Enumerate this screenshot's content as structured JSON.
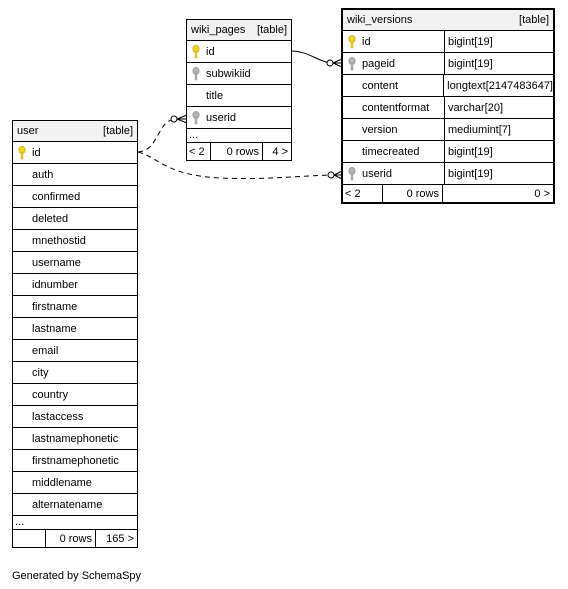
{
  "footer": "Generated by SchemaSpy",
  "colors": {
    "primary_key": "#f2d61a",
    "foreign_key": "#b3b3b3"
  },
  "tables": {
    "user": {
      "name": "user",
      "tag": "[table]",
      "columns": [
        "id",
        "auth",
        "confirmed",
        "deleted",
        "mnethostid",
        "username",
        "idnumber",
        "firstname",
        "lastname",
        "email",
        "city",
        "country",
        "lastaccess",
        "lastnamephonetic",
        "firstnamephonetic",
        "middlename",
        "alternatename"
      ],
      "more": "...",
      "footer": {
        "left": "",
        "rows": "0 rows",
        "right": "165 >"
      }
    },
    "wiki_pages": {
      "name": "wiki_pages",
      "tag": "[table]",
      "columns": [
        "id",
        "subwikiid",
        "title",
        "userid"
      ],
      "more": "...",
      "footer": {
        "left": "< 2",
        "rows": "0 rows",
        "right": "4 >"
      }
    },
    "wiki_versions": {
      "name": "wiki_versions",
      "tag": "[table]",
      "columns": [
        {
          "name": "id",
          "type": "bigint[19]"
        },
        {
          "name": "pageid",
          "type": "bigint[19]"
        },
        {
          "name": "content",
          "type": "longtext[2147483647]"
        },
        {
          "name": "contentformat",
          "type": "varchar[20]"
        },
        {
          "name": "version",
          "type": "mediumint[7]"
        },
        {
          "name": "timecreated",
          "type": "bigint[19]"
        },
        {
          "name": "userid",
          "type": "bigint[19]"
        }
      ],
      "footer": {
        "left": "< 2",
        "rows": "0 rows",
        "right": "0 >"
      }
    }
  }
}
